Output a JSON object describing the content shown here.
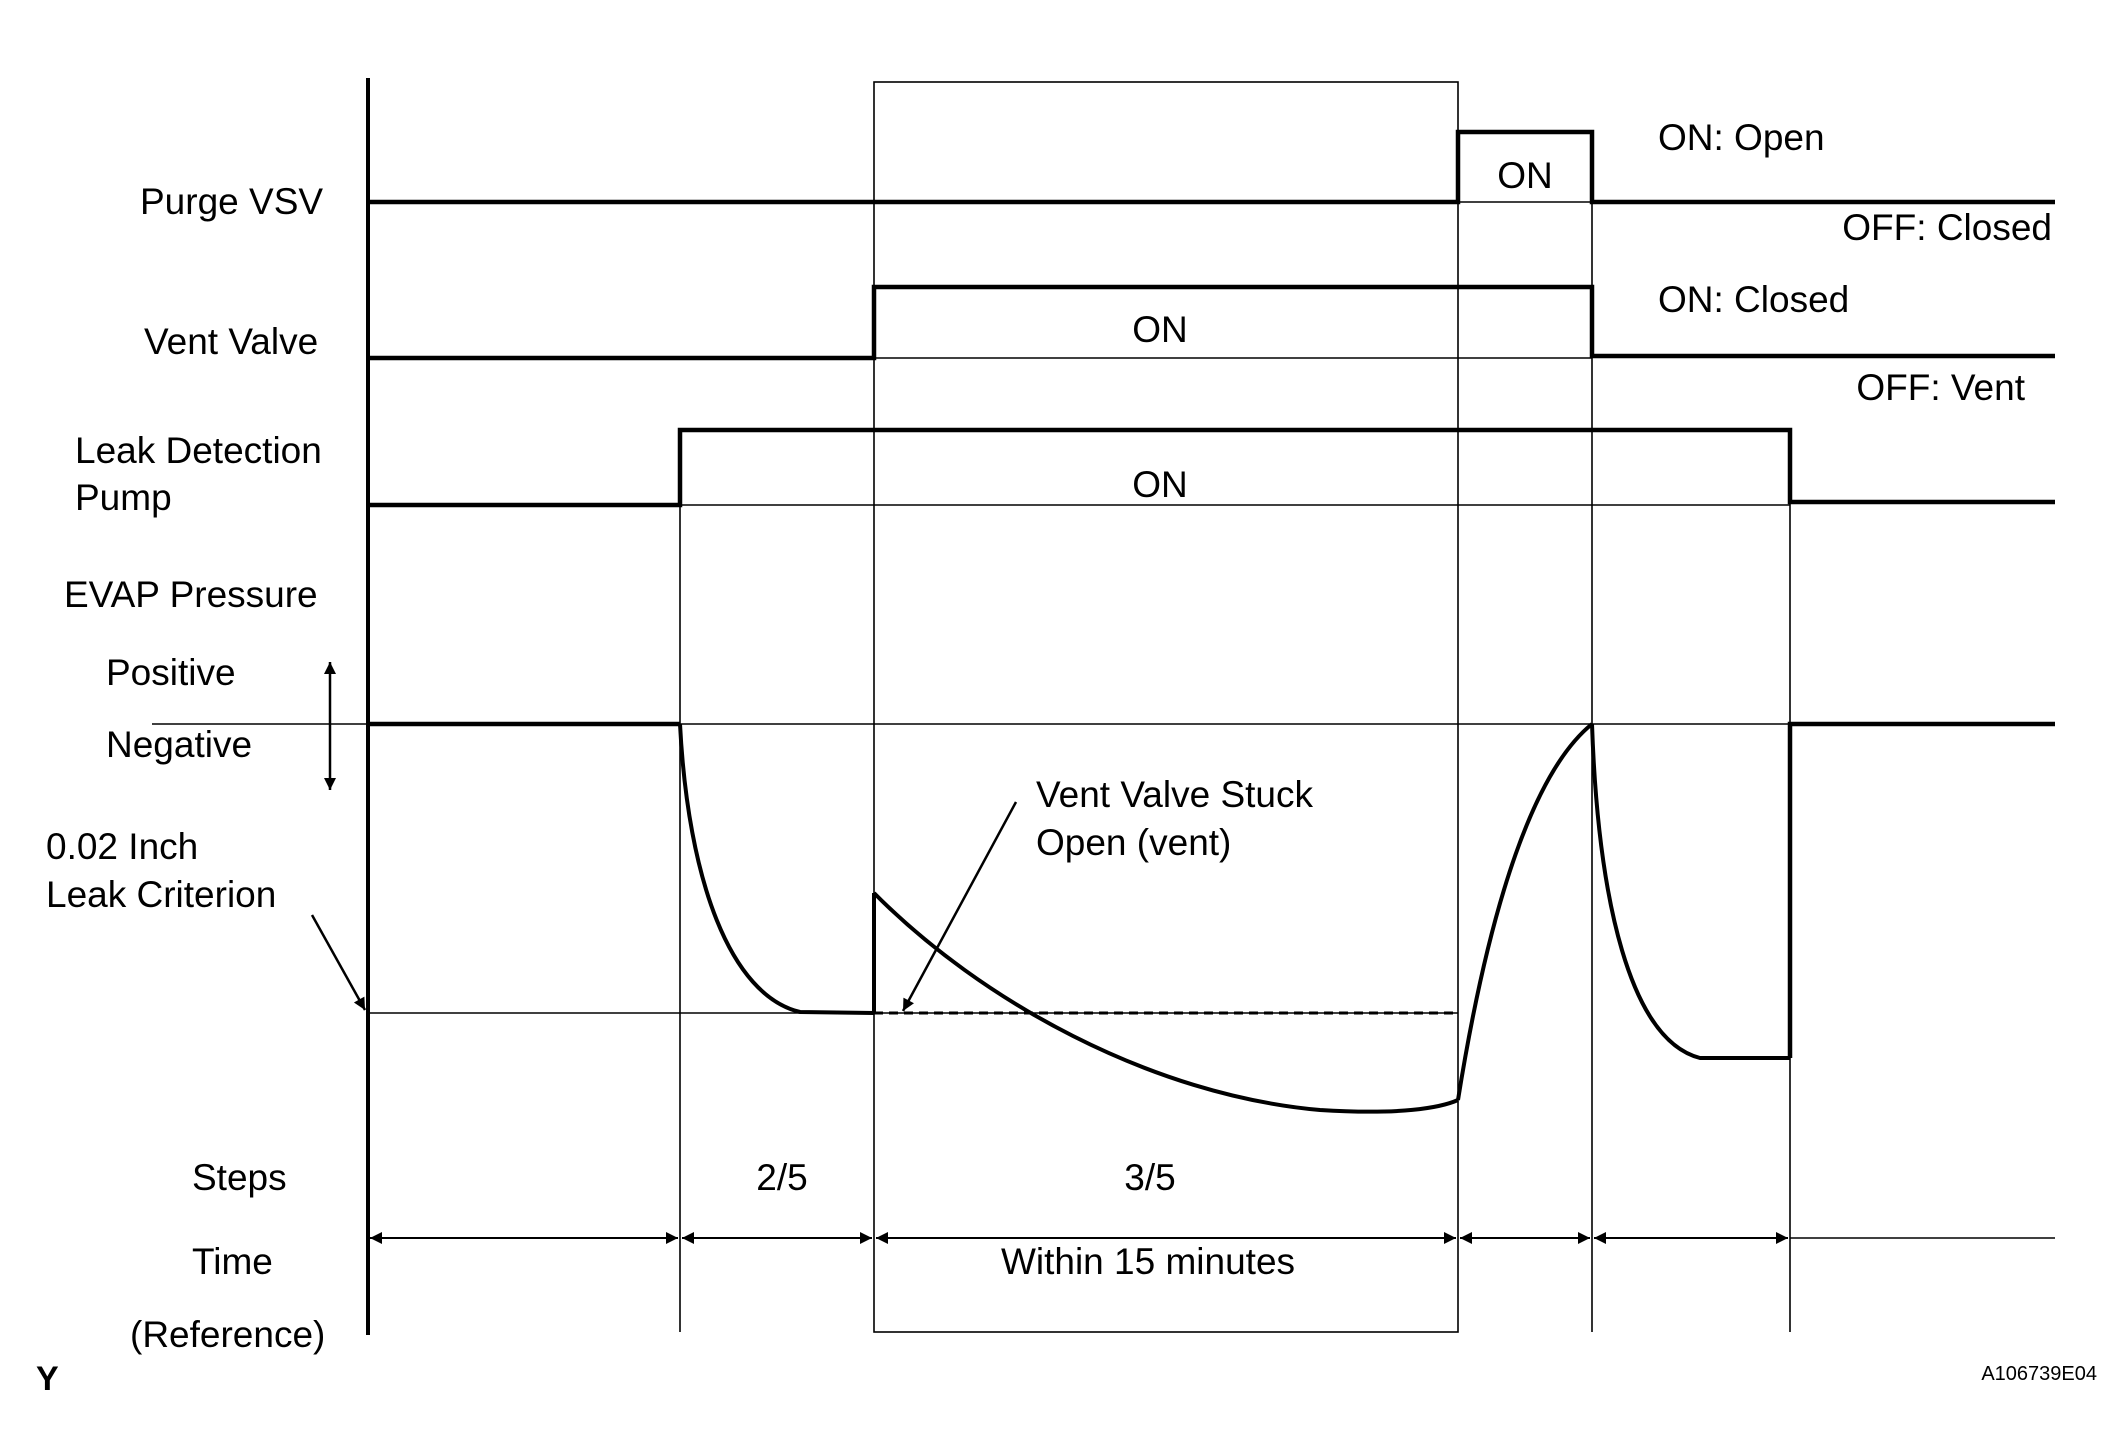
{
  "rows": {
    "purge_vsv": {
      "label": "Purge VSV",
      "on_text": "ON",
      "state_on": "ON: Open",
      "state_off": "OFF: Closed"
    },
    "vent_valve": {
      "label": "Vent Valve",
      "on_text": "ON",
      "state_on": "ON: Closed",
      "state_off": "OFF: Vent"
    },
    "leak_pump": {
      "label_line1": "Leak Detection",
      "label_line2": "Pump",
      "on_text": "ON"
    },
    "evap": {
      "label": "EVAP Pressure",
      "positive": "Positive",
      "negative": "Negative"
    }
  },
  "annotations": {
    "criterion_line1": "0.02 Inch",
    "criterion_line2": "Leak Criterion",
    "stuck_line1": "Vent Valve Stuck",
    "stuck_line2": "Open (vent)"
  },
  "steps": {
    "label": "Steps",
    "step2": "2/5",
    "step3": "3/5"
  },
  "time": {
    "label": "Time",
    "label_line2": "(Reference)",
    "within": "Within 15 minutes"
  },
  "corner_mark": "Y",
  "figure_code": "A106739E04"
}
